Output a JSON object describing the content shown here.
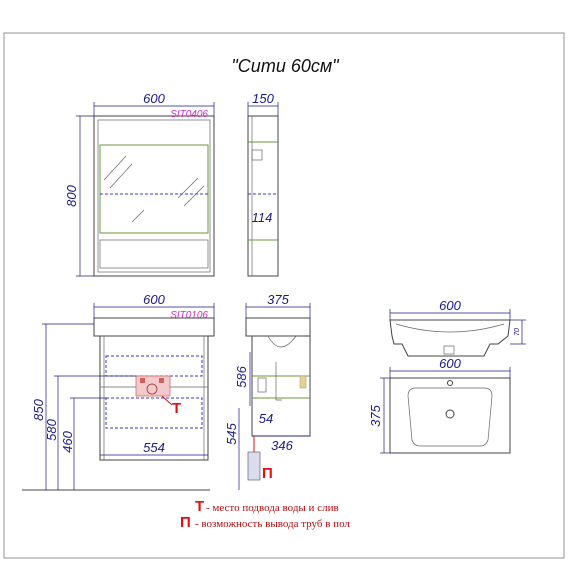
{
  "title": "\"Сити 60см\"",
  "mirror_cabinet": {
    "code": "SIT0406",
    "width": "600",
    "height": "800",
    "depth": "150",
    "inner_depth": "114"
  },
  "vanity": {
    "code": "SIT0106",
    "width": "600",
    "bottom_width": "554",
    "depth": "375",
    "bottom_depth": "346",
    "height": "850",
    "h_580": "580",
    "h_460": "460",
    "h_586": "586",
    "h_545": "545",
    "inner": "54"
  },
  "basin": {
    "width_front": "600",
    "height": "70",
    "width_top": "600",
    "depth": "375"
  },
  "legend": [
    {
      "symbol": "Т",
      "text": "- место подвода воды и слив"
    },
    {
      "symbol": "П",
      "text": "- возможность вывода труб в пол"
    }
  ],
  "colors": {
    "dimension": "#1a1a8a",
    "code": "#cc2fbf",
    "marker": "#e01010",
    "frame": "#444444"
  }
}
